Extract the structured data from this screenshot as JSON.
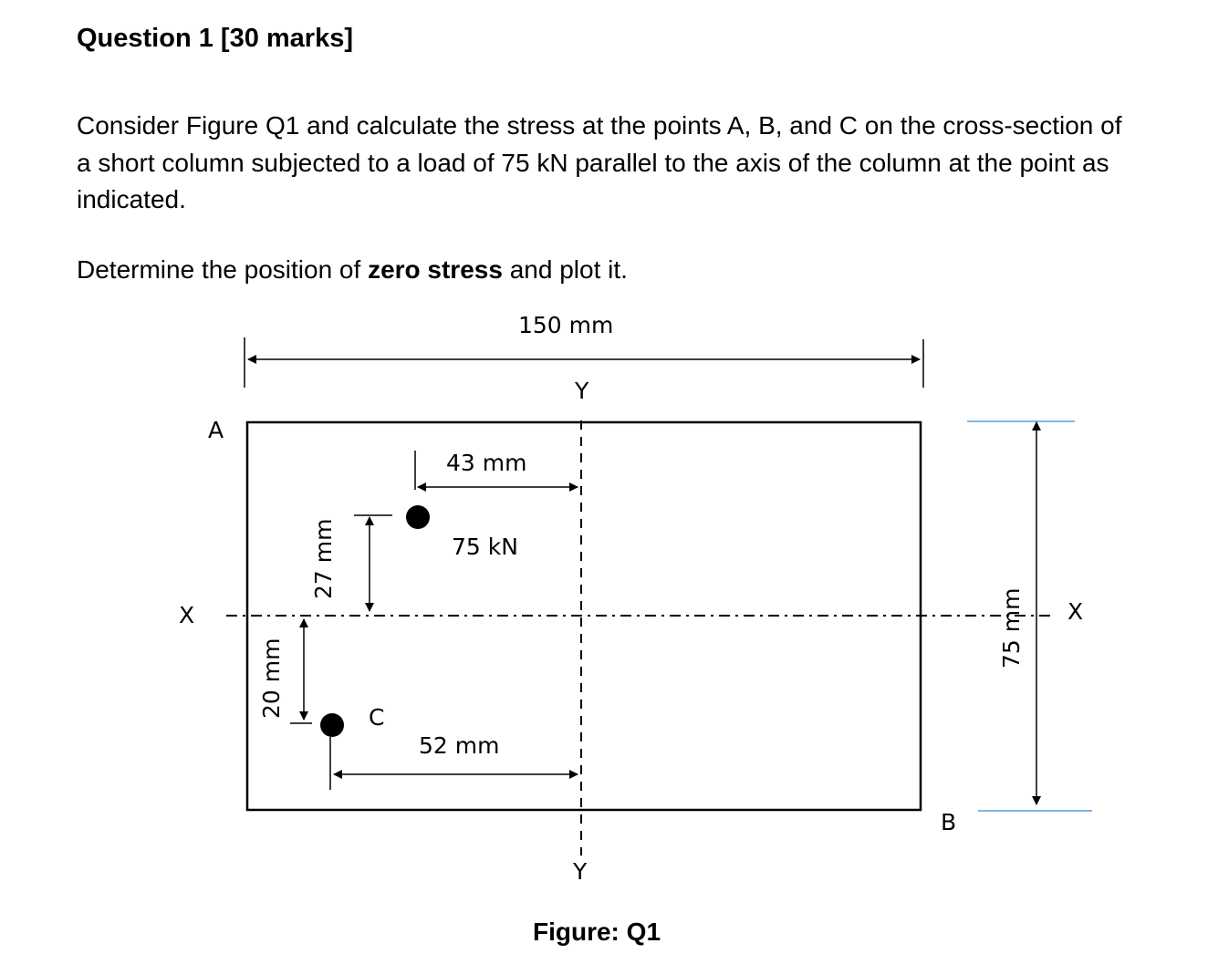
{
  "question": {
    "title": "Question 1 [30 marks]",
    "paragraph": "Consider Figure Q1 and calculate the stress at the points A, B, and C on the cross-section of a short column subjected to a load of 75 kN parallel to the axis of the column at the point as indicated.",
    "task_prefix": "Determine the position of ",
    "task_bold": "zero stress",
    "task_suffix": " and plot it."
  },
  "figure": {
    "width_label": "150 mm",
    "height_label": "75 mm",
    "dim_43": "43 mm",
    "dim_52": "52 mm",
    "dim_27": "27 mm",
    "dim_20": "20 mm",
    "load_label": "75 kN",
    "point_a": "A",
    "point_b": "B",
    "point_c": "C",
    "axis_x_left": "X",
    "axis_x_right": "X",
    "axis_y_top": "Y",
    "axis_y_bottom": "Y",
    "caption": "Figure: Q1",
    "colors": {
      "line": "#000000",
      "blue_ext": "#5b9bd5"
    }
  }
}
